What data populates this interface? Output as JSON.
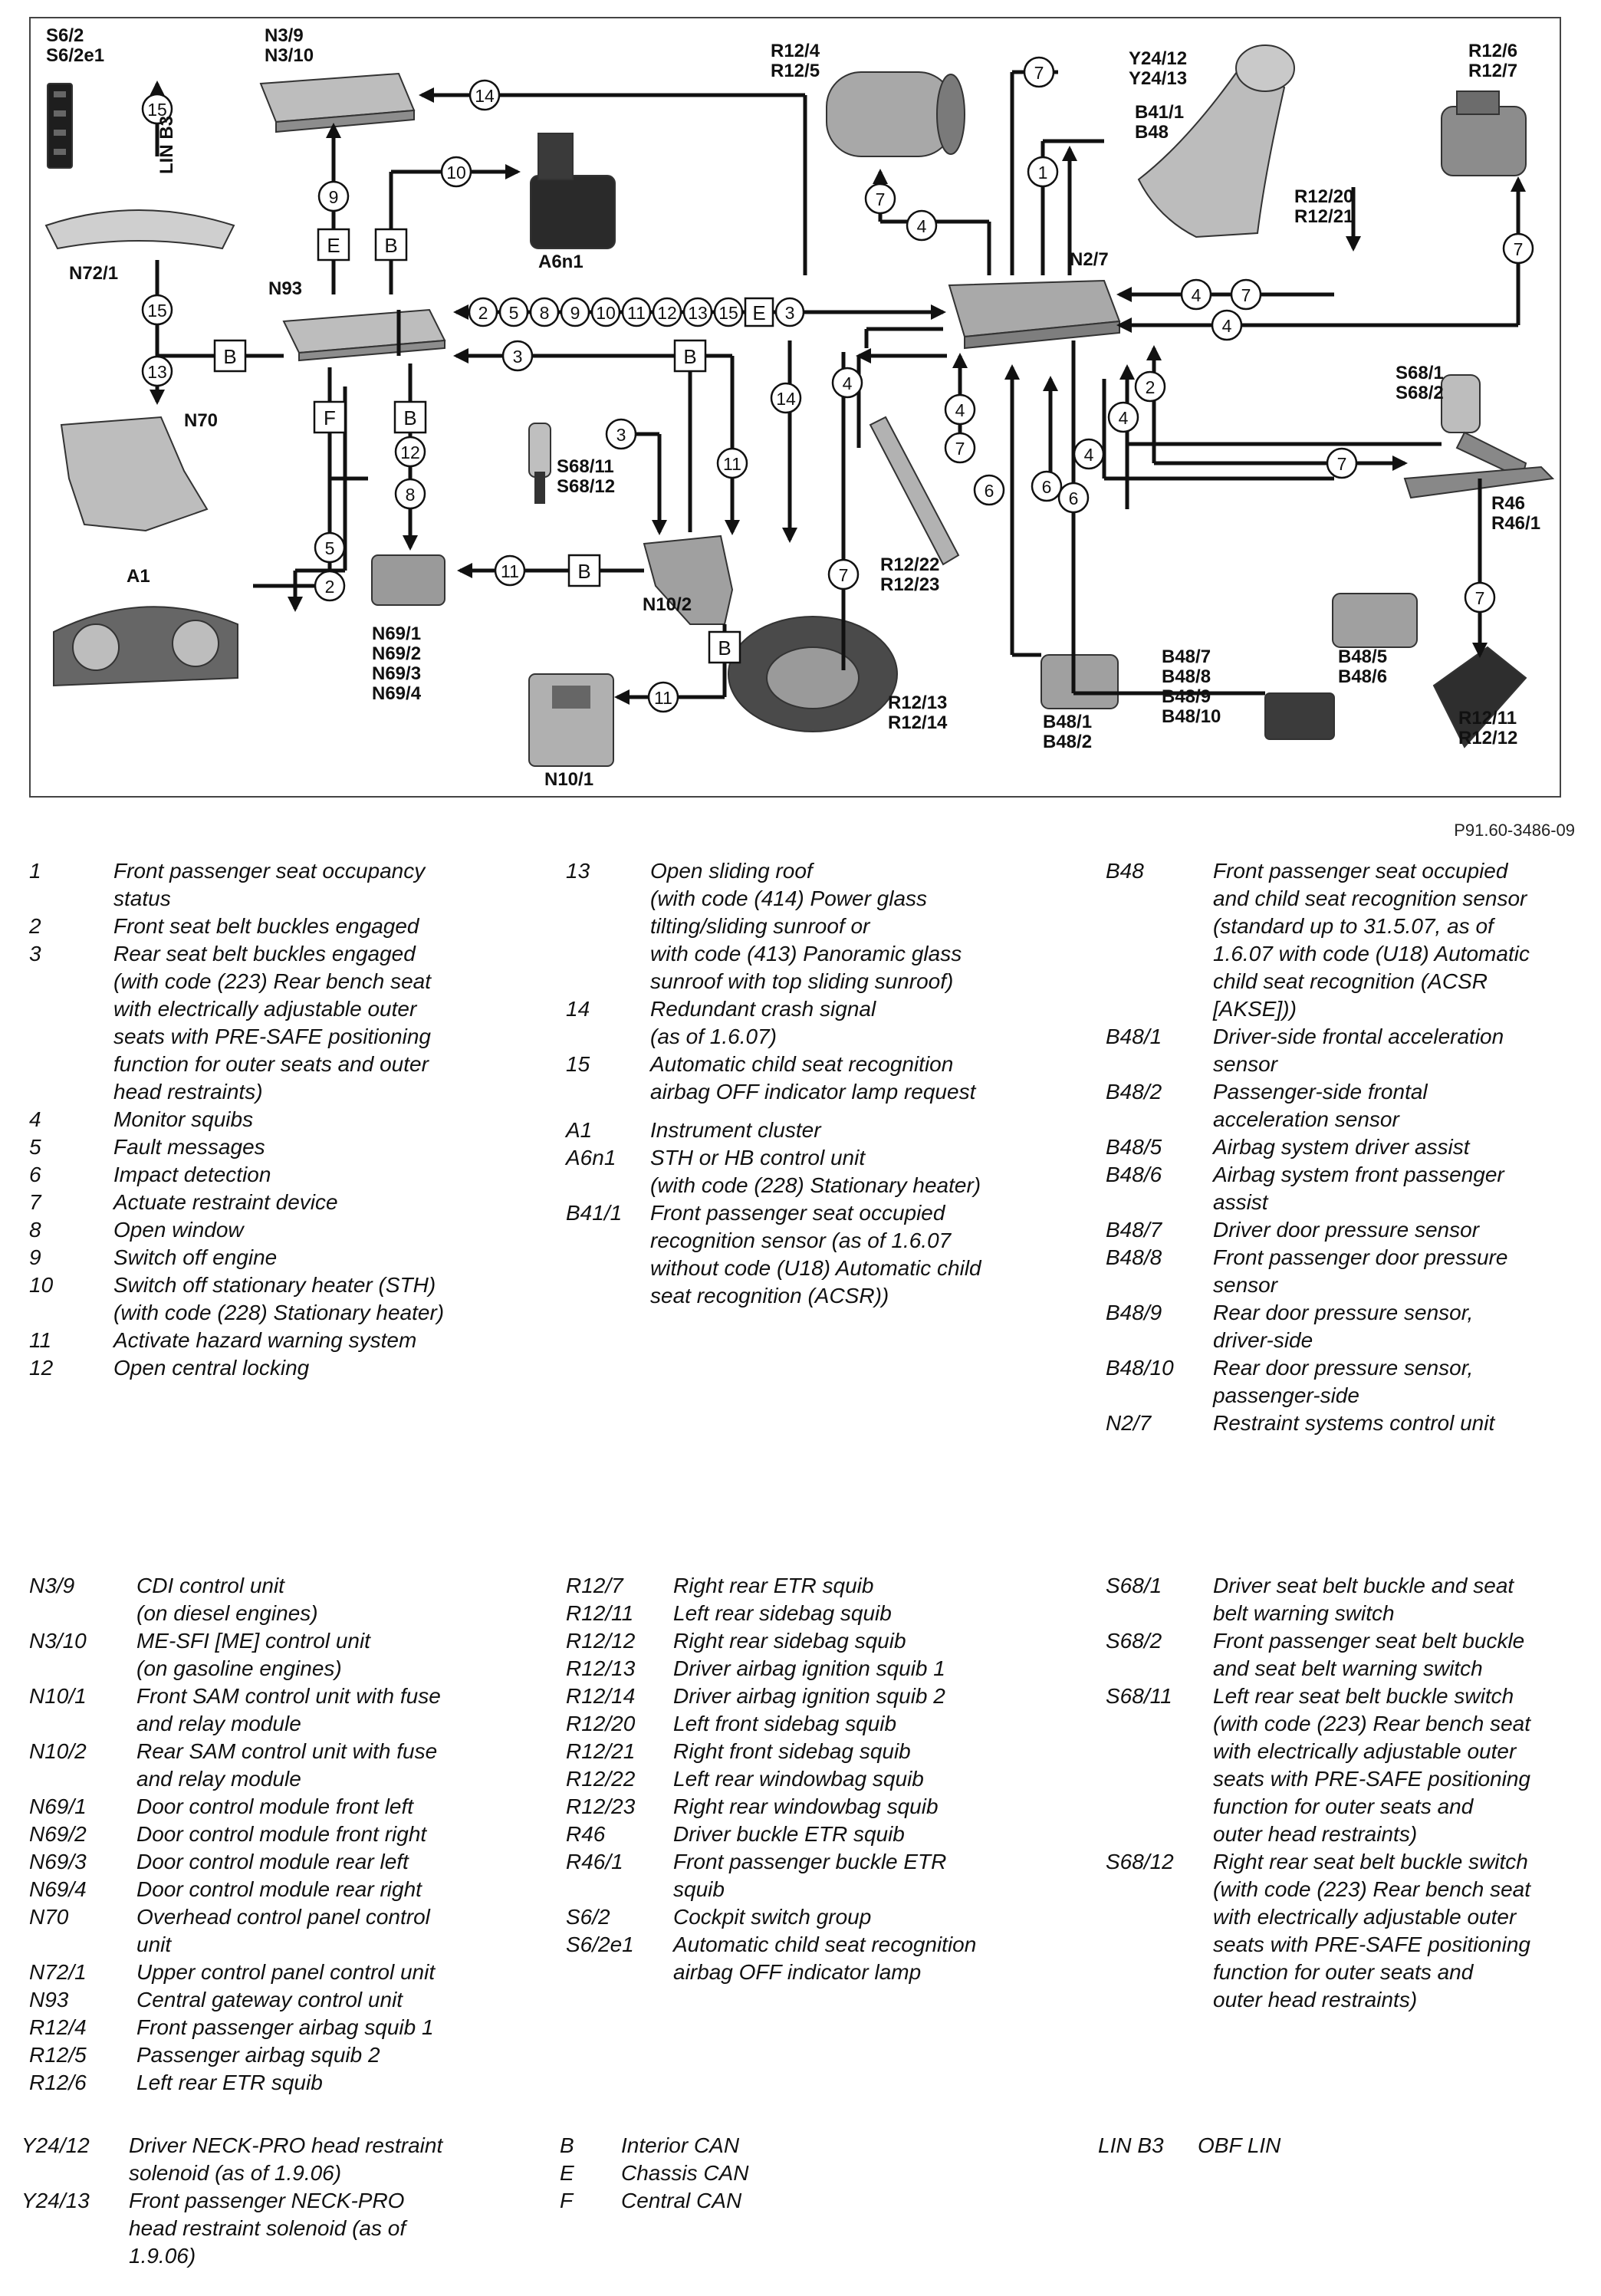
{
  "figure_ref": "P91.60-3486-09",
  "diagram": {
    "labels": {
      "s6": "S6/2\nS6/2e1",
      "n3": "N3/9\nN3/10",
      "r12_4": "R12/4\nR12/5",
      "y24": "Y24/12\nY24/13",
      "b41": "B41/1\nB48",
      "r12_6": "R12/6\nR12/7",
      "r12_20": "R12/20\nR12/21",
      "n72": "N72/1",
      "n93": "N93",
      "a6n1": "A6n1",
      "n2_7": "N2/7",
      "n70": "N70",
      "s68_1": "S68/1\nS68/2",
      "s68_11": "S68/11\nS68/12",
      "r46": "R46\nR46/1",
      "a1": "A1",
      "n69": "N69/1\nN69/2\nN69/3\nN69/4",
      "n10_2": "N10/2",
      "r12_22": "R12/22\nR12/23",
      "n10_1": "N10/1",
      "r12_13": "R12/13\nR12/14",
      "b48_1": "B48/1\nB48/2",
      "b48_7": "B48/7\nB48/8\nB48/9\nB48/10",
      "b48_5": "B48/5\nB48/6",
      "r12_11": "R12/11\nR12/12",
      "lin_b3": "LIN B3"
    },
    "bus_row": [
      "2",
      "5",
      "8",
      "9",
      "10",
      "11",
      "12",
      "13",
      "15",
      "E",
      "3"
    ],
    "circles": {
      "c15a": "15",
      "c14a": "14",
      "c9": "9",
      "c10": "10",
      "c7a": "7",
      "c1": "1",
      "c7b": "7",
      "c4a": "4",
      "c4b": "4",
      "c7c": "7",
      "c4c": "4",
      "c7d": "7",
      "c15b": "15",
      "c13": "13",
      "c3a": "3",
      "c14b": "14",
      "c4d": "4",
      "c4e": "4",
      "c7e": "7",
      "c4f": "4",
      "c2": "2",
      "c7f": "7",
      "c3b": "3",
      "c11a": "11",
      "c12": "12",
      "c8": "8",
      "c5": "5",
      "c2b": "2",
      "c11b": "11",
      "c6a": "6",
      "c6b": "6",
      "c4g": "4",
      "c6c": "6",
      "c7g": "7",
      "c7h": "7",
      "c11c": "11"
    },
    "boxes": {
      "bE": "E",
      "bB1": "B",
      "bB2": "B",
      "bB3": "B",
      "bF": "F",
      "bB4": "B",
      "bB5": "B",
      "bB6": "B"
    }
  },
  "legend_blocks": [
    {
      "column": "col1",
      "entries": [
        {
          "key": "1",
          "desc": "Front passenger seat occupancy\nstatus"
        },
        {
          "key": "2",
          "desc": "Front seat belt buckles engaged"
        },
        {
          "key": "3",
          "desc": "Rear seat belt buckles engaged\n(with code (223) Rear bench seat\nwith electrically adjustable outer\nseats with PRE-SAFE positioning\nfunction for outer seats and outer\nhead restraints)"
        },
        {
          "key": "4",
          "desc": "Monitor squibs"
        },
        {
          "key": "5",
          "desc": "Fault messages"
        },
        {
          "key": "6",
          "desc": "Impact detection"
        },
        {
          "key": "7",
          "desc": "Actuate restraint device"
        },
        {
          "key": "8",
          "desc": "Open window"
        },
        {
          "key": "9",
          "desc": "Switch off engine"
        },
        {
          "key": "10",
          "desc": "Switch off stationary heater (STH)\n(with code (228) Stationary heater)"
        },
        {
          "key": "11",
          "desc": "Activate hazard warning system"
        },
        {
          "key": "12",
          "desc": "Open central locking"
        }
      ]
    },
    {
      "column": "col2",
      "entries": [
        {
          "key": "13",
          "desc": "Open sliding roof\n(with code (414) Power glass\ntilting/sliding sunroof or\nwith code (413) Panoramic glass\nsunroof with top sliding sunroof)"
        },
        {
          "key": "14",
          "desc": "Redundant crash signal\n(as of 1.6.07)"
        },
        {
          "key": "15",
          "desc": "Automatic child seat recognition\nairbag OFF indicator lamp request"
        },
        {
          "key": "",
          "desc": ""
        },
        {
          "key": "A1",
          "desc": "Instrument cluster"
        },
        {
          "key": "A6n1",
          "desc": "STH or HB control unit\n(with code (228) Stationary heater)"
        },
        {
          "key": "B41/1",
          "desc": "Front passenger seat occupied\nrecognition sensor (as of 1.6.07\nwithout code (U18) Automatic child\nseat recognition (ACSR))"
        }
      ]
    },
    {
      "column": "col3",
      "entries": [
        {
          "key": "B48",
          "desc": "Front passenger seat occupied\nand child seat recognition sensor\n(standard up to 31.5.07, as of\n1.6.07 with code (U18) Automatic\nchild seat recognition (ACSR\n[AKSE]))"
        },
        {
          "key": "B48/1",
          "desc": "Driver-side frontal acceleration\nsensor"
        },
        {
          "key": "B48/2",
          "desc": "Passenger-side frontal\nacceleration sensor"
        },
        {
          "key": "B48/5",
          "desc": "Airbag system driver assist"
        },
        {
          "key": "B48/6",
          "desc": "Airbag system front passenger\nassist"
        },
        {
          "key": "B48/7",
          "desc": "Driver door pressure sensor"
        },
        {
          "key": "B48/8",
          "desc": "Front passenger door pressure\nsensor"
        },
        {
          "key": "B48/9",
          "desc": "Rear door pressure sensor,\ndriver-side"
        },
        {
          "key": "B48/10",
          "desc": "Rear door pressure sensor,\npassenger-side"
        },
        {
          "key": "N2/7",
          "desc": "Restraint systems control unit"
        }
      ]
    },
    {
      "column": "col4",
      "entries": [
        {
          "key": "N3/9",
          "desc": "CDI control unit\n(on diesel engines)"
        },
        {
          "key": "N3/10",
          "desc": "ME-SFI [ME] control unit\n(on gasoline engines)"
        },
        {
          "key": "N10/1",
          "desc": "Front SAM control unit with fuse\nand relay module"
        },
        {
          "key": "N10/2",
          "desc": "Rear SAM control unit with fuse\nand relay module"
        },
        {
          "key": "N69/1",
          "desc": "Door control module front left"
        },
        {
          "key": "N69/2",
          "desc": "Door control module front right"
        },
        {
          "key": "N69/3",
          "desc": "Door control module rear left"
        },
        {
          "key": "N69/4",
          "desc": "Door control module rear right"
        },
        {
          "key": "N70",
          "desc": "Overhead control panel control\nunit"
        },
        {
          "key": "N72/1",
          "desc": "Upper control panel control unit"
        },
        {
          "key": "N93",
          "desc": "Central gateway control unit"
        },
        {
          "key": "R12/4",
          "desc": "Front passenger airbag squib 1"
        },
        {
          "key": "R12/5",
          "desc": "Passenger airbag squib 2"
        },
        {
          "key": "R12/6",
          "desc": "Left rear ETR squib"
        }
      ]
    },
    {
      "column": "col5",
      "entries": [
        {
          "key": "R12/7",
          "desc": "Right rear ETR squib"
        },
        {
          "key": "R12/11",
          "desc": "Left rear sidebag squib"
        },
        {
          "key": "R12/12",
          "desc": "Right rear sidebag squib"
        },
        {
          "key": "R12/13",
          "desc": "Driver airbag ignition squib 1"
        },
        {
          "key": "R12/14",
          "desc": "Driver airbag ignition squib 2"
        },
        {
          "key": "R12/20",
          "desc": "Left front sidebag squib"
        },
        {
          "key": "R12/21",
          "desc": "Right front sidebag squib"
        },
        {
          "key": "R12/22",
          "desc": "Left rear windowbag squib"
        },
        {
          "key": "R12/23",
          "desc": "Right rear windowbag squib"
        },
        {
          "key": "R46",
          "desc": "Driver buckle ETR squib"
        },
        {
          "key": "R46/1",
          "desc": "Front passenger buckle ETR\nsquib"
        },
        {
          "key": "S6/2",
          "desc": "Cockpit switch group"
        },
        {
          "key": "S6/2e1",
          "desc": "Automatic child seat recognition\nairbag OFF indicator lamp"
        }
      ]
    },
    {
      "column": "col6",
      "entries": [
        {
          "key": "S68/1",
          "desc": "Driver seat belt buckle and seat\nbelt warning switch"
        },
        {
          "key": "S68/2",
          "desc": "Front passenger seat belt buckle\nand seat belt warning switch"
        },
        {
          "key": "S68/11",
          "desc": "Left rear seat belt buckle switch\n(with code (223) Rear bench seat\nwith electrically adjustable outer\nseats with PRE-SAFE positioning\nfunction for outer seats and\nouter head restraints)"
        },
        {
          "key": "S68/12",
          "desc": "Right rear seat belt buckle switch\n(with code (223) Rear bench seat\nwith electrically adjustable outer\nseats with PRE-SAFE positioning\nfunction for outer seats and\nouter head restraints)"
        }
      ]
    },
    {
      "column": "col7",
      "entries": [
        {
          "key": "Y24/12",
          "desc": "Driver NECK-PRO head restraint\nsolenoid (as of 1.9.06)"
        },
        {
          "key": "Y24/13",
          "desc": "Front passenger NECK-PRO\nhead restraint solenoid (as of\n1.9.06)"
        }
      ]
    },
    {
      "column": "col8",
      "entries": [
        {
          "key": "B",
          "desc": "Interior CAN"
        },
        {
          "key": "E",
          "desc": "Chassis CAN"
        },
        {
          "key": "F",
          "desc": "Central CAN"
        }
      ]
    },
    {
      "column": "col9",
      "entries": [
        {
          "key": "LIN B3",
          "desc": "OBF LIN"
        }
      ]
    }
  ]
}
